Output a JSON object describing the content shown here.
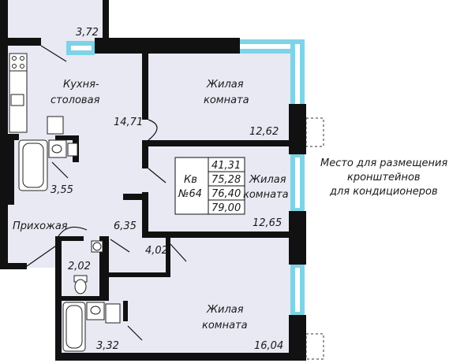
{
  "rooms": {
    "balcony": {
      "area": "3,72"
    },
    "kitchen": {
      "label_line1": "Кухня-",
      "label_line2": "столовая",
      "area": "14,71"
    },
    "living_top": {
      "label_line1": "Жилая",
      "label_line2": "комната",
      "area": "12,62"
    },
    "living_middle": {
      "label_line1": "Жилая",
      "label_line2": "комната",
      "area": "12,65"
    },
    "living_bottom": {
      "label_line1": "Жилая",
      "label_line2": "комната",
      "area": "16,04"
    },
    "bathroom": {
      "area": "3,55"
    },
    "hall": {
      "label": "Прихожая",
      "area": "6,35"
    },
    "corridor": {
      "area": "4,02"
    },
    "toilet": {
      "area": "2,02"
    },
    "bathroom_small": {
      "area": "3,32"
    }
  },
  "apartment": {
    "label_line1": "Кв",
    "label_line2": "№64",
    "areas": [
      "41,31",
      "75,28",
      "76,40",
      "79,00"
    ]
  },
  "note": {
    "line1": "Место для размещения",
    "line2": "кронштейнов",
    "line3": "для кондиционеров"
  },
  "colors": {
    "floor": "#e8e9f3",
    "wall": "#111111",
    "window": "#7fd3e6"
  }
}
